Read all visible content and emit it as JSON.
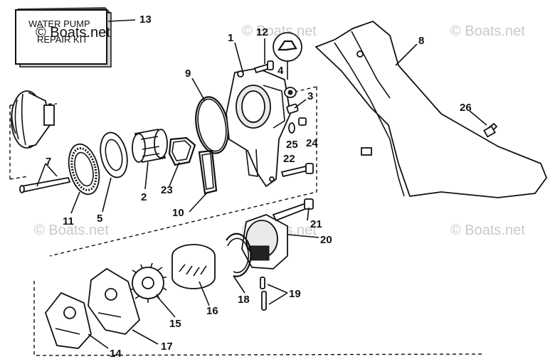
{
  "kit_box": {
    "line1": "WATER PUMP",
    "line2": "REPAIR KIT"
  },
  "watermark": "© Boats.net",
  "callouts": [
    "13",
    "12",
    "1",
    "8",
    "9",
    "4",
    "3",
    "26",
    "25",
    "24",
    "22",
    "7",
    "11",
    "5",
    "2",
    "23",
    "10",
    "21",
    "20",
    "18",
    "19",
    "15",
    "16",
    "14",
    "17"
  ]
}
